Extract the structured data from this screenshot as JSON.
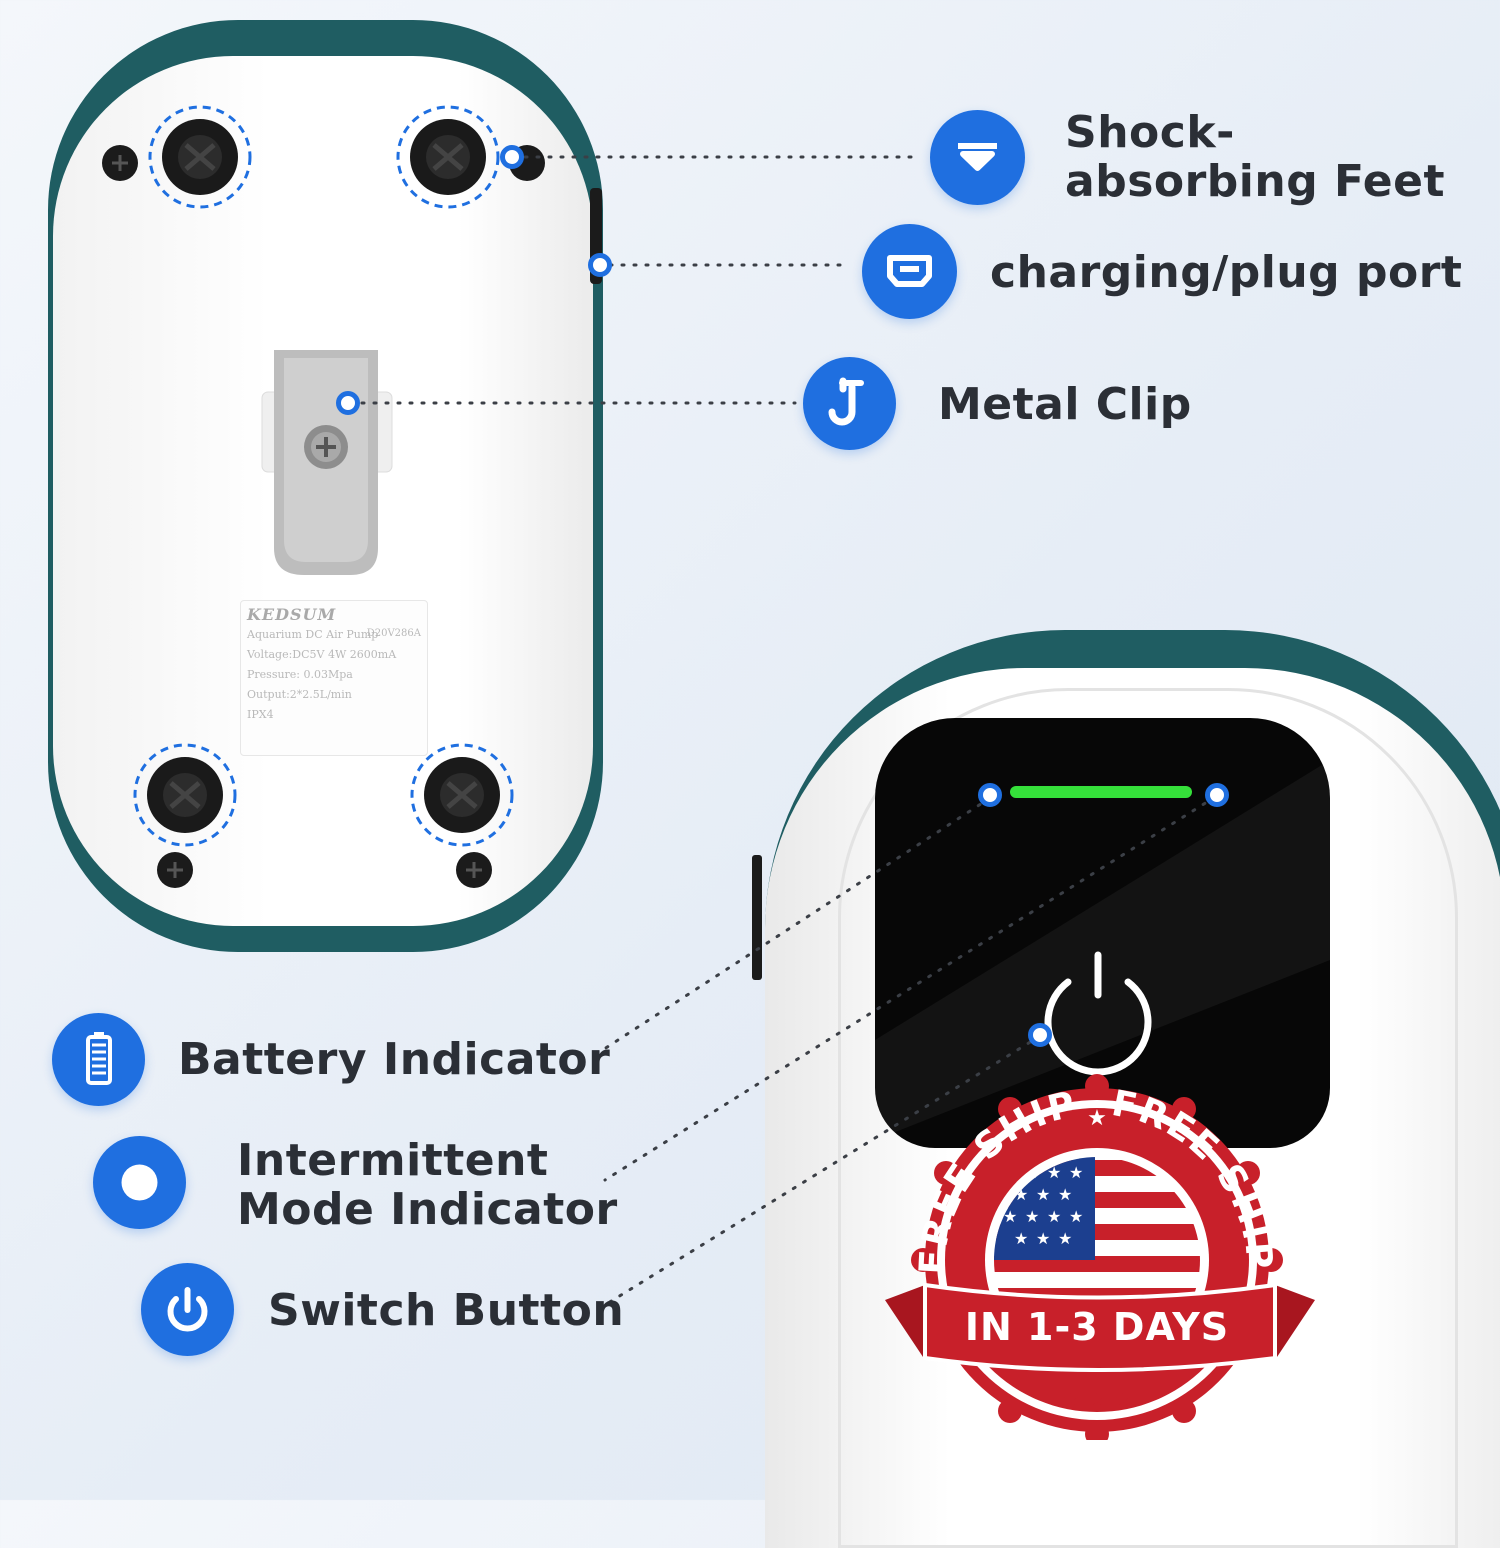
{
  "callouts": {
    "shock_feet": {
      "line1": "Shock-",
      "line2": "absorbing Feet",
      "icon": "mount-icon"
    },
    "charging_port": {
      "text": "charging/plug port",
      "icon": "port-icon"
    },
    "metal_clip": {
      "text": "Metal Clip",
      "icon": "hook-icon"
    },
    "battery_indicator": {
      "text": "Battery Indicator",
      "icon": "battery-icon"
    },
    "intermittent": {
      "line1": "Intermittent",
      "line2": "Mode Indicator",
      "icon": "ring-icon"
    },
    "switch_button": {
      "text": "Switch Button",
      "icon": "power-icon"
    }
  },
  "spec_label": {
    "brand": "KEDSUM",
    "model": "D20V286A",
    "line1": "Aquarium  DC Air Pump",
    "line2": "Voltage:DC5V 4W 2600mA",
    "line3": "Pressure: 0.03Mpa",
    "line4": "Output:2*2.5L/min",
    "ip": "IPX4"
  },
  "badge": {
    "arc_left": "FREE SHIP",
    "arc_right": "FREE SHIP",
    "ribbon": "IN 1-3 DAYS"
  },
  "colors": {
    "accent": "#1f6fe0",
    "pump_trim": "#1f5d62",
    "led_green": "#35e03a",
    "badge_red": "#c8202a"
  }
}
